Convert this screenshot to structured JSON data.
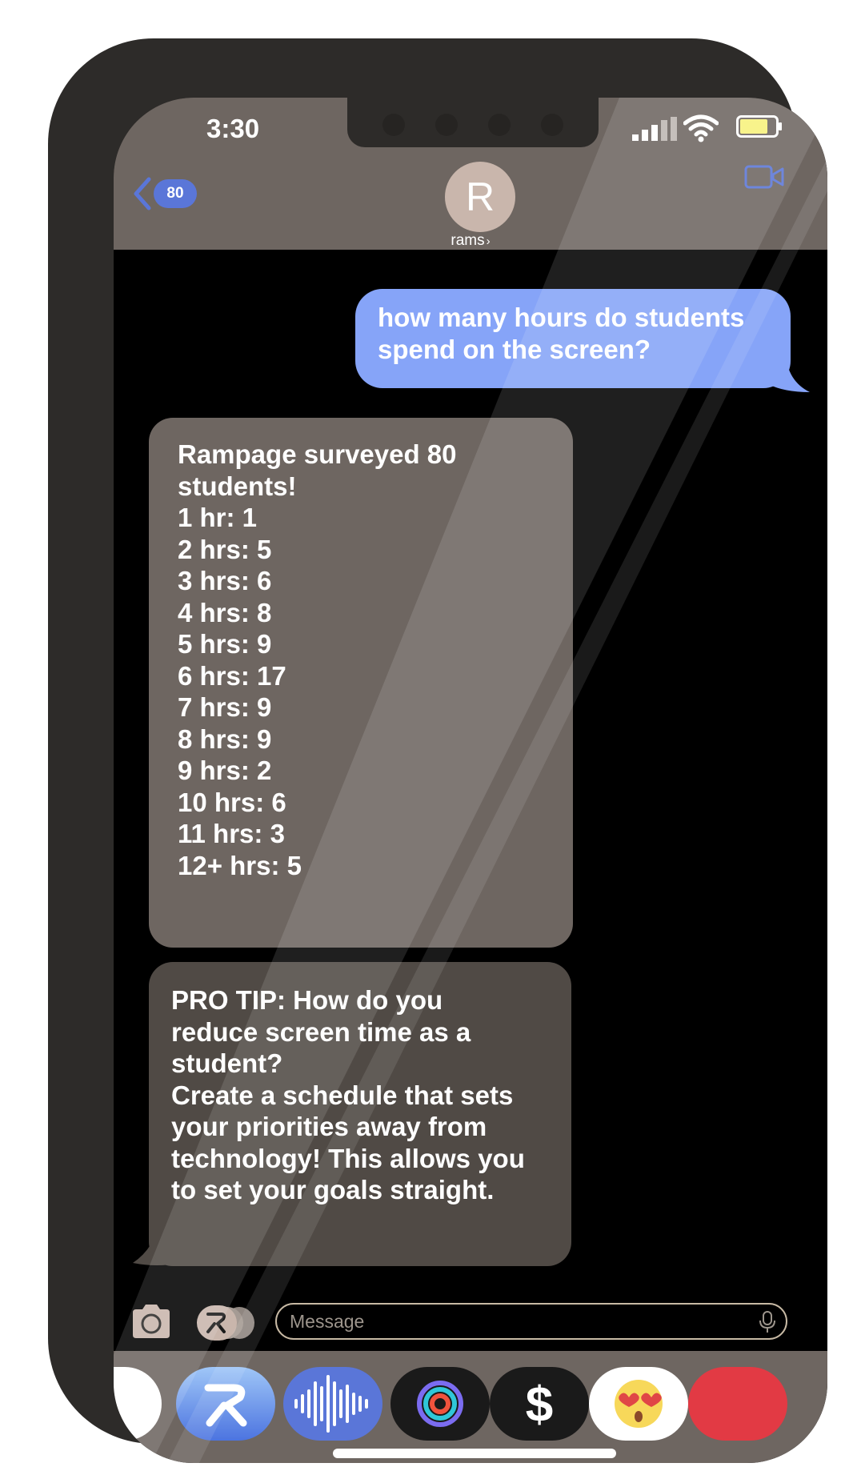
{
  "status_bar": {
    "time": "3:30",
    "battery_color": "#f7f27c"
  },
  "header": {
    "back_badge": "80",
    "avatar_initial": "R",
    "contact_name": "rams",
    "contact_chevron": "›",
    "video_icon": "video-camera-icon"
  },
  "messages": {
    "sent": {
      "lines": [
        "how many hours do students",
        "spend on the screen?"
      ],
      "color": "#86a4f8"
    },
    "received_1": {
      "lines": [
        "Rampage surveyed 80",
        "students!",
        "",
        "1 hr: 1",
        "2 hrs: 5",
        "3 hrs: 6",
        "4 hrs: 8",
        "5 hrs: 9",
        "6 hrs: 17",
        "7 hrs: 9",
        "8 hrs: 9",
        "9 hrs: 2",
        "10 hrs: 6",
        "11 hrs: 3",
        "12+ hrs: 5"
      ]
    },
    "received_2": {
      "lines": [
        "PRO TIP: How do you",
        "reduce screen time as a",
        "student?",
        "",
        "Create a schedule that sets",
        "your priorities away from",
        "technology! This allows you",
        "to set your goals straight."
      ]
    }
  },
  "input_bar": {
    "placeholder": "Message"
  },
  "dock": {
    "apps": [
      "photos-app-icon",
      "rampage-app-icon",
      "audio-waveform-app-icon",
      "activity-rings-app-icon",
      "cash-app-icon",
      "heart-eyes-emoji-app-icon",
      "red-app-icon"
    ]
  }
}
